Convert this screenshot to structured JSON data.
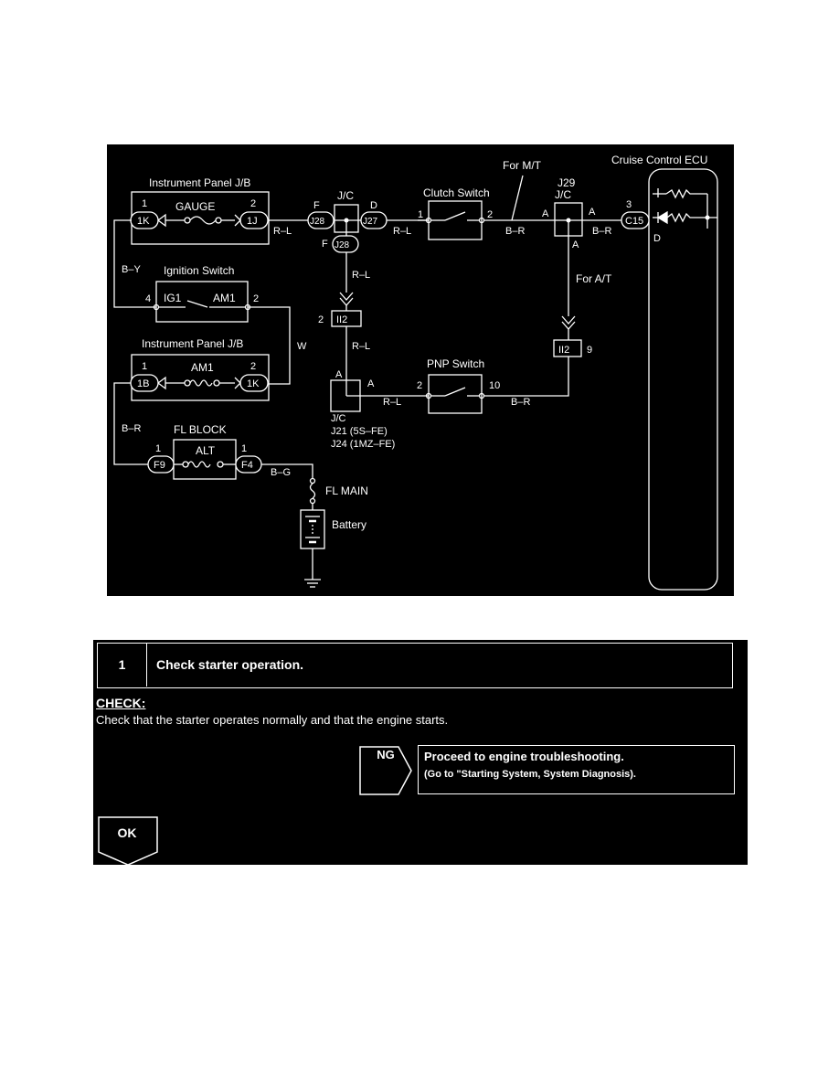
{
  "diagram": {
    "labels": {
      "ecu_title": "Cruise Control ECU",
      "for_mt": "For M/T",
      "for_at": "For A/T",
      "jb_top_title": "Instrument Panel J/B",
      "jb_top_pin1": "1",
      "jb_top_pin2": "2",
      "gauge": "GAUGE",
      "conn_1k": "1K",
      "conn_1j": "1J",
      "wire_rl_1": "R–L",
      "jc_top_title": "J/C",
      "jc_top_f": "F",
      "jc_top_d": "D",
      "conn_j28": "J28",
      "conn_j27": "J27",
      "jc_bottom_f": "F",
      "conn_j28b": "J28",
      "wire_rl_2": "R–L",
      "clutch_title": "Clutch Switch",
      "clutch_pin1": "1",
      "clutch_pin2": "2",
      "wire_br_1": "B–R",
      "j29_title1": "J29",
      "j29_title2": "J/C",
      "j29_a_left": "A",
      "j29_a_right": "A",
      "j29_a_bottom": "A",
      "wire_br_2": "B–R",
      "ecu_pin3": "3",
      "conn_c15": "C15",
      "ecu_d": "D",
      "wire_by": "B–Y",
      "ign_title": "Ignition Switch",
      "ign_pin4": "4",
      "ign_ig1": "IG1",
      "ign_am1": "AM1",
      "ign_pin2": "2",
      "wire_rl_v": "R–L",
      "ii2_left_pin": "2",
      "ii2_left": "II2",
      "wire_w": "W",
      "wire_rl_3": "R–L",
      "jb_bot_title": "Instrument Panel J/B",
      "jb_bot_pin1": "1",
      "jb_bot_pin2": "2",
      "jb_bot_am1": "AM1",
      "conn_1b": "1B",
      "conn_1k2": "1K",
      "ii2_right": "II2",
      "ii2_right_pin": "9",
      "pnp_title": "PNP Switch",
      "pnp_pin2": "2",
      "pnp_pin10": "10",
      "jc_lower_a1": "A",
      "jc_lower_a2": "A",
      "wire_rl_4": "R–L",
      "wire_br_3": "B–R",
      "jc_lower_title": "J/C",
      "jc_lower_j21": "J21 (5S–FE)",
      "jc_lower_j24": "J24 (1MZ–FE)",
      "wire_br_4": "B–R",
      "fl_block": "FL BLOCK",
      "fl_pin1a": "1",
      "fl_pin1b": "1",
      "alt": "ALT",
      "conn_f9": "F9",
      "conn_f4": "F4",
      "wire_bg": "B–G",
      "fl_main": "FL MAIN",
      "battery": "Battery"
    }
  },
  "check": {
    "step_number": "1",
    "step_title": "Check starter operation.",
    "check_label": "CHECK:",
    "check_text": "Check that the starter operates normally and that the engine starts.",
    "ng_label": "NG",
    "ng_action": "Proceed to engine troubleshooting.",
    "ng_reference": "(Go to \"Starting System, System Diagnosis).",
    "ok_label": "OK"
  },
  "colors": {
    "background": "#000000",
    "foreground": "#ffffff"
  }
}
